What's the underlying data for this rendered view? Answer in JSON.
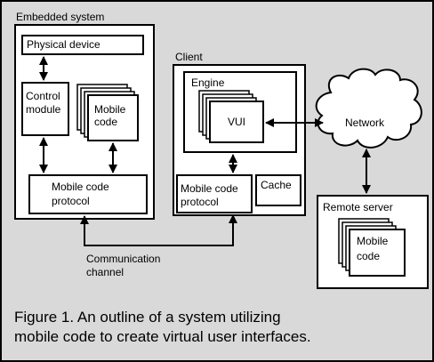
{
  "embedded_system": {
    "title": "Embedded system",
    "physical_device": "Physical device",
    "control_module_line1": "Control",
    "control_module_line2": "module",
    "mobile_code_line1": "Mobile",
    "mobile_code_line2": "code",
    "protocol_line1": "Mobile code",
    "protocol_line2": "protocol"
  },
  "client": {
    "title": "Client",
    "engine": "Engine",
    "vui": "VUI",
    "protocol_line1": "Mobile code",
    "protocol_line2": "protocol",
    "cache": "Cache"
  },
  "network": {
    "label": "Network"
  },
  "remote_server": {
    "title": "Remote server",
    "mobile_code_line1": "Mobile",
    "mobile_code_line2": "code"
  },
  "channel": {
    "line1": "Communication",
    "line2": "channel"
  },
  "caption": {
    "line1": "Figure 1. An outline of a system utilizing",
    "line2": "mobile code to create virtual user interfaces."
  }
}
